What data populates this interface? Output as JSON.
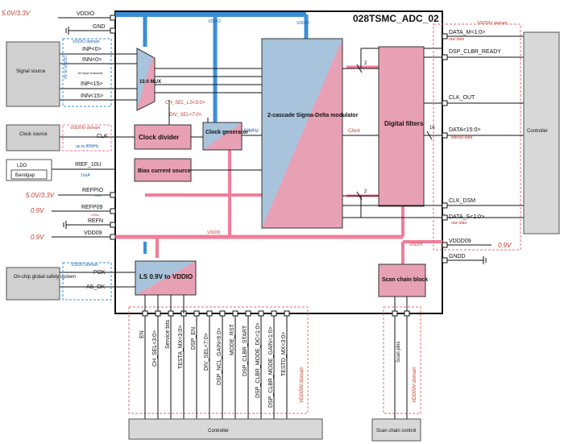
{
  "chip": {
    "title": "028TSMC_ADC_02"
  },
  "external_left": {
    "signal_source": "Signal source",
    "clock_source": "Clock source",
    "ldo": "LDO",
    "bandgap": "Bandgap",
    "safety_system": "On-chip global safety system",
    "supply_labels": [
      "5.0V/3.3V",
      "5.0V/3.3V",
      "0.9V",
      "0.9V"
    ],
    "vddio_domain_note": "VDDIO domain",
    "clock_freq_note": "up to 80MHz",
    "iref_note": "10uA",
    "inputs_note": "0V to VDDIO",
    "vddio_domain_note_2": "VDDIO domain"
  },
  "pins_left": [
    "VDDIO",
    "GND",
    "INP<0>",
    "INN<0>",
    "INP<15>",
    "INN<15>",
    "CLK",
    "IREF_10U",
    "REFPIO",
    "REFP09",
    "REFN",
    "VDD09",
    "POK",
    "AS_OK"
  ],
  "pin_notes": {
    "mux_channels": "16 input channels",
    "refn_note": "<20ks",
    "refpio_note": "ULE"
  },
  "blocks": {
    "mux": "15:0 MUX",
    "clock_divider": "Clock divider",
    "clock_generator": "Clock generator",
    "bias_current": "Bias current source",
    "modulator": "2-cascade Sigma-Delta modulator",
    "digital_filters": "Digital filters",
    "level_shifter": "LS 0.9V to VDDIO",
    "scan_chain_block": "Scan chain block"
  },
  "signals": {
    "ch_sel": "CH_SEL_LS<3:0>",
    "div_sel": "DIV_SEL<7:0>",
    "clk_30mhz": "30MHz",
    "clock_sig": "Clock",
    "bus_2a": "2",
    "bus_2b": "2",
    "bus_16": "16",
    "rail_vddio_1": "VDDIO",
    "rail_vddio_2": "VDDIO",
    "rail_vdd09": "VDD09",
    "rail_vdd09_2": "VDD09"
  },
  "pins_right": [
    "DATA_M<1:0>",
    "DSP_CLBR_READY",
    "CLK_OUT",
    "DATA<15:0>",
    "CLK_DSM",
    "DATA_S<1:0>",
    "VDDD09",
    "GNDD"
  ],
  "right_notes": {
    "domain": "VDD09V domain",
    "raw_data": "raw data",
    "filtered_data": "filtered data",
    "raw_data_2": "raw data",
    "supply": "0.9V"
  },
  "controller_right": "Controller",
  "pins_bottom": [
    "EN",
    "CH_SEL<3:0>",
    "Service bits",
    "TESTA_MX<3:0>",
    "DSP_EN",
    "DIV_SEL<7:0>",
    "DSP_NCL_GAIN<6:0>",
    "MODE_RST",
    "DSP_CLBR_START",
    "DSP_CLBR_MODE_DC<1:0>",
    "DSP_CLBR_MODE_GAIN<1:0>",
    "TESTD_MX<3:0>"
  ],
  "bottom_notes": {
    "domain": "VDD09V domain",
    "scan_pins": "Scan pins",
    "domain_2": "VDD09V domain"
  },
  "controller_bottom": "Controller",
  "scan_chain_control": "Scan chain control",
  "colors": {
    "pink": "#e8a0b4",
    "blue": "#a8c4dc",
    "pink_line": "#f07e9a",
    "blue_line": "#3b8fd6",
    "red_text": "#c0392b",
    "blue_text": "#1a5fb4"
  }
}
